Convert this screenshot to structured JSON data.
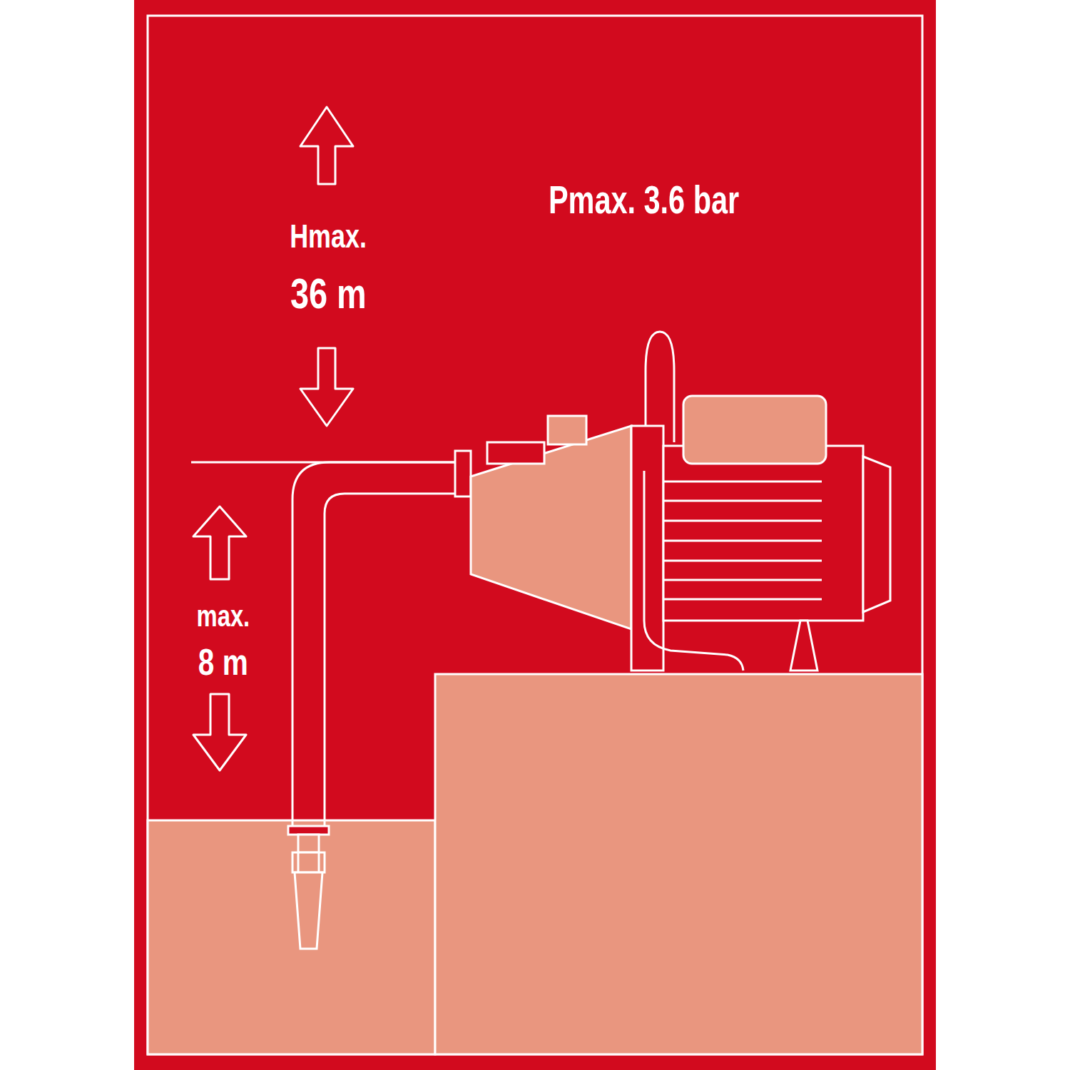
{
  "diagram": {
    "labels": [
      "Hmax.",
      "36 m",
      "Pmax. 3.6 bar",
      "max.",
      "8 m"
    ]
  }
}
